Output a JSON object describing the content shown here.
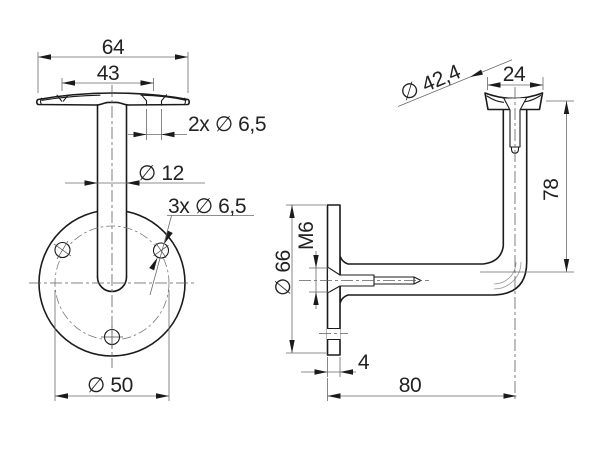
{
  "drawing": {
    "background": "#ffffff",
    "line_color": "#1b1b1b",
    "front_view": {
      "dim_overall_width": "64",
      "dim_hole_spacing": "43",
      "dim_saddle_holes": "2x ∅ 6,5",
      "dim_stem_diameter": "∅ 12",
      "dim_plate_holes": "3x ∅ 6,5",
      "dim_bolt_circle": "∅ 50"
    },
    "side_view": {
      "dim_rail_diameter": "∅ 42,4",
      "dim_saddle_width": "24",
      "dim_height": "78",
      "dim_plate_diameter": "∅ 66",
      "dim_thread": "M6",
      "dim_plate_thickness": "4",
      "dim_arm_length": "80"
    }
  }
}
